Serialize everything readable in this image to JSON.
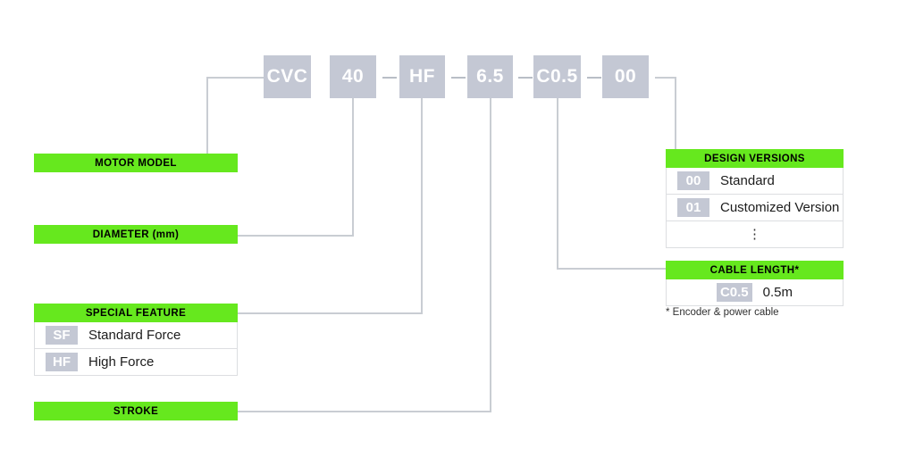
{
  "part_number": {
    "segments": [
      {
        "code": "CVC",
        "name": "motor-model"
      },
      {
        "code": "40",
        "name": "diameter"
      },
      {
        "code": "HF",
        "name": "special-feature"
      },
      {
        "code": "6.5",
        "name": "stroke"
      },
      {
        "code": "C0.5",
        "name": "cable-length"
      },
      {
        "code": "00",
        "name": "design-version"
      }
    ]
  },
  "labels": {
    "motor_model": "MOTOR MODEL",
    "diameter": "DIAMETER (mm)",
    "special_feature": "SPECIAL FEATURE",
    "stroke": "STROKE",
    "design_versions": "DESIGN VERSIONS",
    "cable_length": "CABLE LENGTH*"
  },
  "special_feature_options": [
    {
      "code": "SF",
      "description": "Standard Force"
    },
    {
      "code": "HF",
      "description": "High Force"
    }
  ],
  "design_version_options": [
    {
      "code": "00",
      "description": "Standard"
    },
    {
      "code": "01",
      "description": "Customized Version"
    },
    {
      "code": "",
      "description": "⋮"
    }
  ],
  "cable_length_options": [
    {
      "code": "C0.5",
      "description": "0.5m"
    }
  ],
  "footnote": "* Encoder & power cable",
  "colors": {
    "green": "#66e81e",
    "chip_gray": "#c4c8d4",
    "line_gray": "#c9cdd3"
  }
}
